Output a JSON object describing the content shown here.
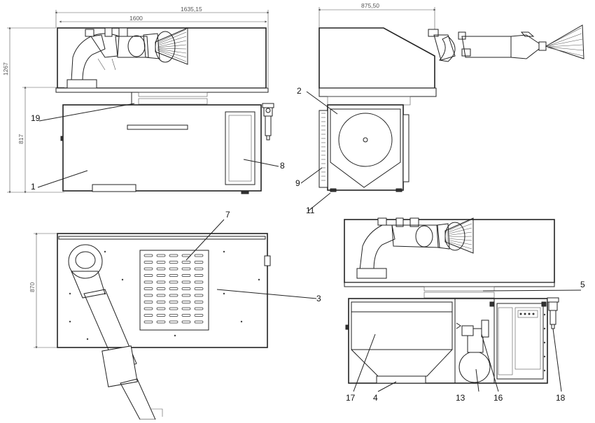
{
  "dimensions": {
    "front_total_width": "1635,15",
    "front_cabinet_width": "1600",
    "front_total_height": "1267",
    "front_cabinet_height": "817",
    "side_width": "875,50",
    "top_depth": "870"
  },
  "callouts": [
    "1",
    "2",
    "3",
    "4",
    "5",
    "7",
    "8",
    "9",
    "11",
    "13",
    "16",
    "17",
    "18",
    "19"
  ]
}
